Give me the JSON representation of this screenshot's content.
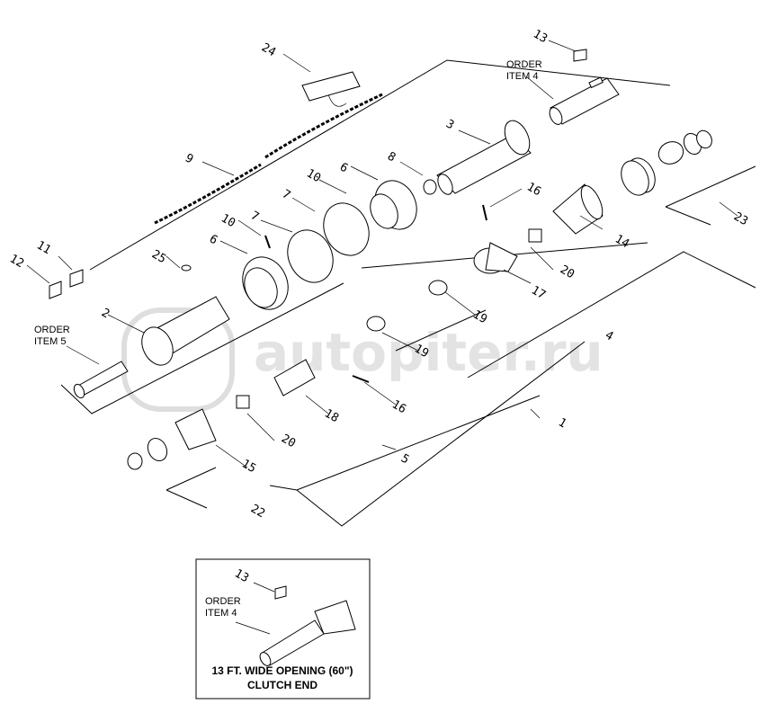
{
  "watermark": "autopiter.ru",
  "callouts": {
    "c1": "1",
    "c2": "2",
    "c3": "3",
    "c4": "4",
    "c5": "5",
    "c6a": "6",
    "c6b": "6",
    "c7a": "7",
    "c7b": "7",
    "c8": "8",
    "c9": "9",
    "c10a": "10",
    "c10b": "10",
    "c11": "11",
    "c12": "12",
    "c13a": "13",
    "c13b": "13",
    "c14": "14",
    "c15": "15",
    "c16a": "16",
    "c16b": "16",
    "c17": "17",
    "c18": "18",
    "c19a": "19",
    "c19b": "19",
    "c20a": "20",
    "c20b": "20",
    "c22": "22",
    "c23": "23",
    "c24": "24",
    "c25": "25"
  },
  "notes": {
    "order_item4_top": [
      "ORDER",
      "ITEM 4"
    ],
    "order_item5": [
      "ORDER",
      "ITEM 5"
    ],
    "order_item4_inset": [
      "ORDER",
      "ITEM 4"
    ]
  },
  "inset": {
    "caption_line1": "13 FT. WIDE OPENING (60\")",
    "caption_line2": "CLUTCH END"
  }
}
